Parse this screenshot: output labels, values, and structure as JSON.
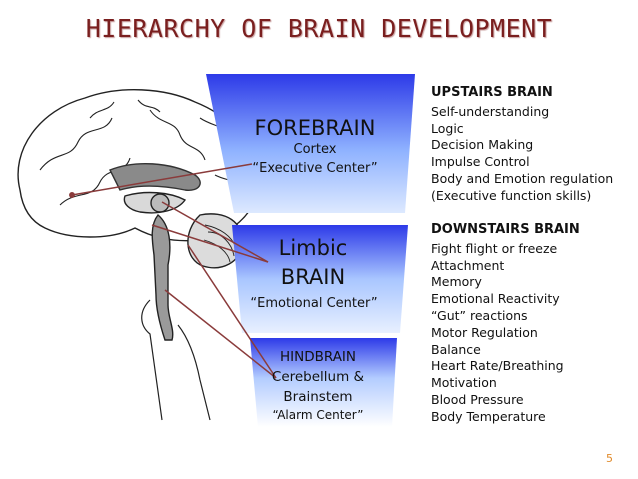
{
  "title": "HIERARCHY OF BRAIN DEVELOPMENT",
  "funnel": {
    "forebrain": {
      "title": "FOREBRAIN",
      "line1": "Cortex",
      "line2": "“Executive Center”"
    },
    "limbic": {
      "line1": "Limbic",
      "line2": "BRAIN",
      "line3": "“Emotional Center”"
    },
    "hindbrain": {
      "line1": "HINDBRAIN",
      "line2": "Cerebellum &",
      "line3": "Brainstem",
      "line4": "“Alarm Center”"
    }
  },
  "upstairs": {
    "heading": "UPSTAIRS BRAIN",
    "items": [
      "Self-understanding",
      "Logic",
      "Decision Making",
      "Impulse Control",
      "Body and Emotion regulation",
      "(Executive function skills)"
    ]
  },
  "downstairs": {
    "heading": "DOWNSTAIRS BRAIN",
    "items": [
      "Fight flight or freeze",
      "Attachment",
      "Memory",
      "Emotional Reactivity",
      "“Gut” reactions",
      "Motor Regulation",
      "Balance",
      "Heart Rate/Breathing",
      "Motivation",
      "Blood Pressure",
      "Body Temperature"
    ]
  },
  "page_number": "5",
  "colors": {
    "title": "#7a1f1f",
    "funnel_top": "#2a36e6",
    "funnel_mid": "#b8d4ff",
    "connector": "#8a3b3b",
    "page_number": "#e08a2a"
  }
}
